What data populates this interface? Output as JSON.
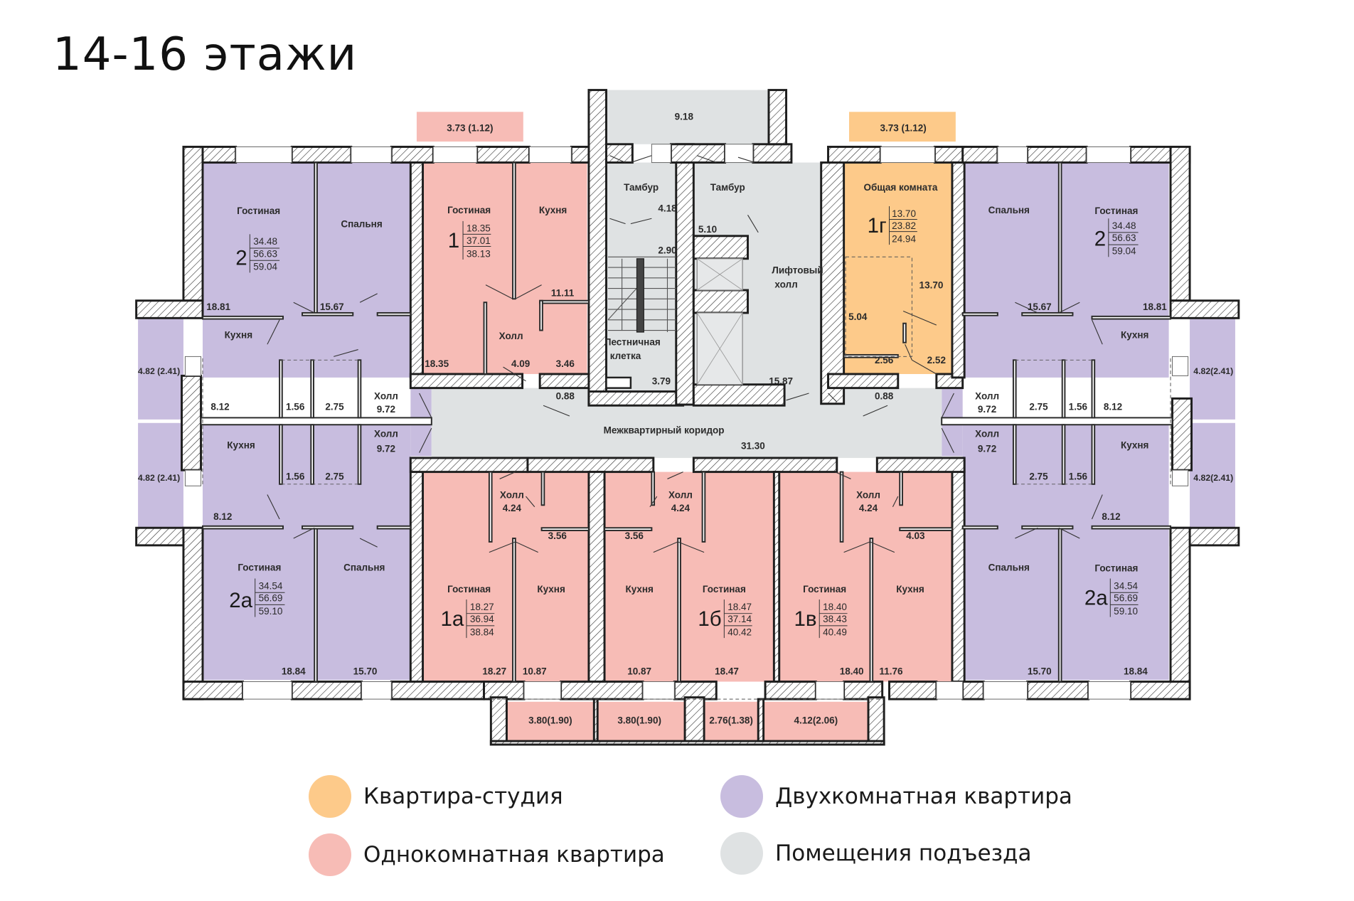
{
  "title": "14-16 этажи",
  "colors": {
    "studio": "#fdca8a",
    "one_room": "#f7bcb6",
    "two_room": "#c8bddf",
    "common": "#dfe2e3",
    "wall_stroke": "#1e1e1e"
  },
  "legend": [
    {
      "label": "Квартира-студия",
      "color": "#fdca8a"
    },
    {
      "label": "Двухкомнатная квартира",
      "color": "#c8bddf"
    },
    {
      "label": "Однокомнатная квартира",
      "color": "#f7bcb6"
    },
    {
      "label": "Помещения подъезда",
      "color": "#dfe2e3"
    }
  ],
  "apartments": {
    "a2_tl": {
      "type": "two_room",
      "code": "2",
      "living": "34.48",
      "total": "56.63",
      "total_with_balcony": "59.04",
      "room_label": "Гостиная"
    },
    "a1": {
      "type": "one_room",
      "code": "1",
      "living": "18.35",
      "total": "37.01",
      "total_with_balcony": "38.13",
      "room_label": "Гостиная"
    },
    "a1g": {
      "type": "studio",
      "code": "1г",
      "living": "13.70",
      "total": "23.82",
      "total_with_balcony": "24.94",
      "room_label": "Общая комната"
    },
    "a2_tr": {
      "type": "two_room",
      "code": "2",
      "living": "34.48",
      "total": "56.63",
      "total_with_balcony": "59.04",
      "room_label": "Гостиная"
    },
    "a2a_bl": {
      "type": "two_room",
      "code": "2а",
      "living": "34.54",
      "total": "56.69",
      "total_with_balcony": "59.10",
      "room_label": "Гостиная"
    },
    "a1a": {
      "type": "one_room",
      "code": "1а",
      "living": "18.27",
      "total": "36.94",
      "total_with_balcony": "38.84",
      "room_label": "Гостиная"
    },
    "a1b": {
      "type": "one_room",
      "code": "1б",
      "living": "18.47",
      "total": "37.14",
      "total_with_balcony": "40.42",
      "room_label": "Гостиная"
    },
    "a1v": {
      "type": "one_room",
      "code": "1в",
      "living": "18.40",
      "total": "38.43",
      "total_with_balcony": "40.49",
      "room_label": "Гостиная"
    },
    "a2a_br": {
      "type": "two_room",
      "code": "2а",
      "living": "34.54",
      "total": "56.69",
      "total_with_balcony": "59.10",
      "room_label": "Гостиная"
    }
  },
  "labels": {
    "gostinaya": "Гостиная",
    "spalnya": "Спальня",
    "kukhnya": "Кухня",
    "kholl": "Холл",
    "tambur": "Тамбур",
    "lift_holl_1": "Лифтовый",
    "lift_holl_2": "холл",
    "lest_1": "Лестничная",
    "lest_2": "клетка",
    "koridor": "Межквартирный коридор",
    "obshaya": "Общая комната"
  },
  "areas": {
    "balcony_1": "3.73 (1.12)",
    "balcony_1g": "3.73 (1.12)",
    "top_vestibule": "9.18",
    "tambur_left": "4.18",
    "stair_upper": "2.90",
    "tambur_right": "5.10",
    "stair_cell": "3.79",
    "lift_hall": "15.87",
    "corridor": "31.30",
    "closet_left": "0.88",
    "closet_right": "0.88",
    "tl_gostinaya": "18.81",
    "tl_spalnya": "15.67",
    "tl_kitchen": "8.12",
    "tl_bath": "1.56",
    "tl_wc": "2.75",
    "tl_hall": "9.72",
    "tl_loggia": "4.82 (2.41)",
    "bl_gostinaya": "18.84",
    "bl_spalnya": "15.70",
    "bl_kitchen": "8.12",
    "bl_bath": "1.56",
    "bl_wc": "2.75",
    "bl_hall": "9.72",
    "bl_loggia": "4.82 (2.41)",
    "a1_gostinaya": "18.35",
    "a1_kitchen": "11.11",
    "a1_hall": "4.09",
    "a1_bath": "3.46",
    "a1g_room": "13.70",
    "a1g_kitchen": "5.04",
    "a1g_bath": "2.56",
    "a1g_hall": "2.52",
    "tr_spalnya": "15.67",
    "tr_gostinaya": "18.81",
    "tr_kitchen": "8.12",
    "tr_bath": "1.56",
    "tr_wc": "2.75",
    "tr_hall": "9.72",
    "tr_loggia": "4.82(2.41)",
    "br_spalnya": "15.70",
    "br_gostinaya": "18.84",
    "br_kitchen": "8.12",
    "br_bath": "1.56",
    "br_wc": "2.75",
    "br_hall": "9.72",
    "br_loggia": "4.82(2.41)",
    "a1a_hall": "4.24",
    "a1a_bath": "3.56",
    "a1a_gostinaya": "18.27",
    "a1a_kitchen": "10.87",
    "a1a_balcony": "3.80(1.90)",
    "a1b_hall": "4.24",
    "a1b_bath": "3.56",
    "a1b_kitchen": "10.87",
    "a1b_gostinaya": "18.47",
    "a1b_balcony_1": "3.80(1.90)",
    "a1b_balcony_2": "2.76(1.38)",
    "a1v_hall": "4.24",
    "a1v_bath": "4.03",
    "a1v_gostinaya": "18.40",
    "a1v_kitchen": "11.76",
    "a1v_balcony": "4.12(2.06)"
  }
}
